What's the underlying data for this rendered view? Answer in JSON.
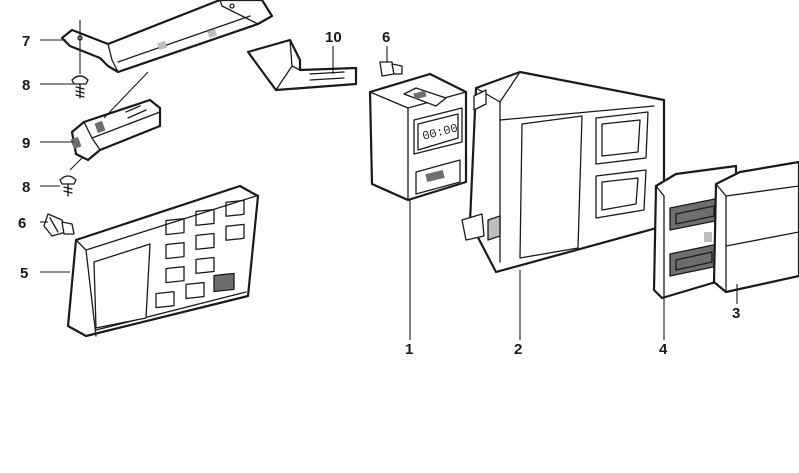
{
  "diagram": {
    "callouts": {
      "c1": "1",
      "c2": "2",
      "c3": "3",
      "c4": "4",
      "c5": "5",
      "c6_top": "6",
      "c6_left": "6",
      "c7": "7",
      "c8_top": "8",
      "c8_bottom": "8",
      "c9": "9",
      "c10": "10"
    },
    "display_text": "00:00"
  }
}
